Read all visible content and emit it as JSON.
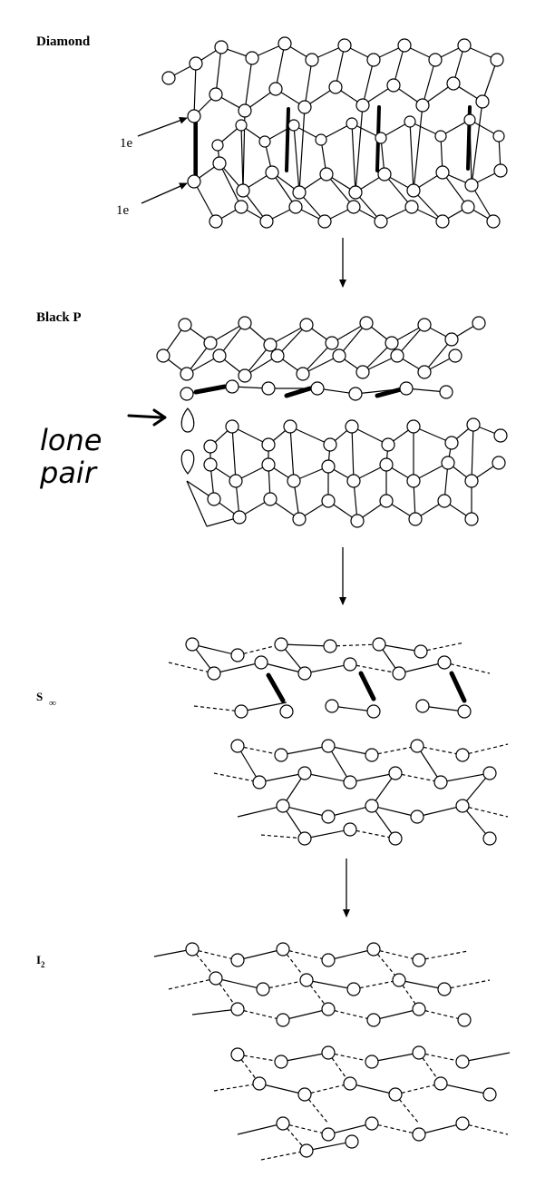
{
  "labels": {
    "diamond": "Diamond",
    "black_p": "Black P",
    "s_infinity": "S",
    "s_infinity_subscript": "∞",
    "iodine": "I",
    "iodine_subscript": "2"
  },
  "annotations": {
    "electron_top": "1e",
    "electron_bottom": "1e",
    "lone_pair_line1": "lone",
    "lone_pair_line2": "pair"
  },
  "colors": {
    "ink": "#000000",
    "atom_fill": "#ffffff"
  }
}
